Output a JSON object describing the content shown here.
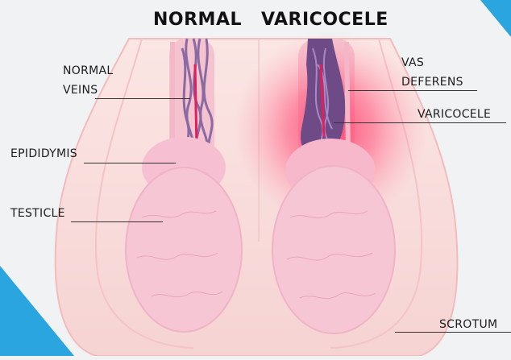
{
  "titles": {
    "left": "NORMAL",
    "right": "VARICOCELE"
  },
  "labels": {
    "normal_veins_line1": "NORMAL",
    "normal_veins_line2": "VEINS",
    "epididymis": "EPIDIDYMIS",
    "testicle": "TESTICLE",
    "vas_deferens_line1": "VAS",
    "vas_deferens_line2": "DEFERENS",
    "varicocele": "VARICOCELE",
    "scrotum": "SCROTUM"
  },
  "colors": {
    "background": "#f1f2f4",
    "corner_accent": "#2aa5df",
    "skin": "#f8d9d8",
    "testicle": "#f7c4d3",
    "vein": "#8a6aa3",
    "artery": "#e0205a",
    "inflammation": "#ff4d78"
  }
}
